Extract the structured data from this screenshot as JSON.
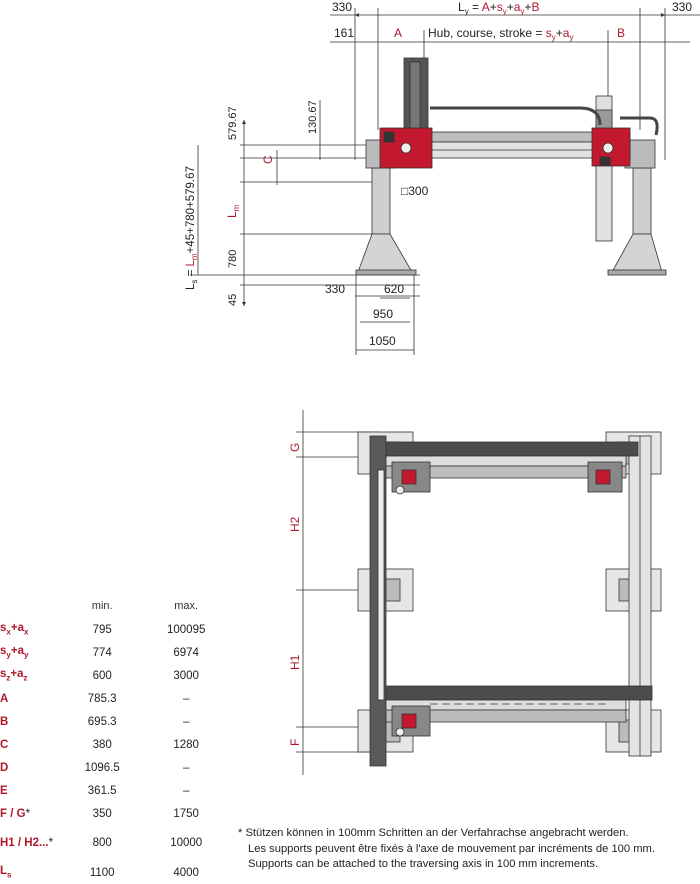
{
  "side_view": {
    "top_dim_left": "330",
    "top_dim_right": "330",
    "ly_formula": {
      "prefix": "L",
      "sub": "y",
      "eq": " = ",
      "a": "A",
      "plus1": "+",
      "sy_s": "s",
      "sy_sub": "y",
      "plus2": "+",
      "ay_s": "a",
      "ay_sub": "y",
      "plus3": "+",
      "b": "B"
    },
    "row2_left": "161",
    "row2_a": "A",
    "stroke_label": "Hub, course, stroke = ",
    "stroke_formula": {
      "s": "s",
      "s_sub": "y",
      "plus": "+",
      "a": "a",
      "a_sub": "y"
    },
    "row2_b": "B",
    "dim_579": "579.67",
    "dim_130": "130.67",
    "dim_C": "C",
    "dim_Lm": {
      "s": "L",
      "sub": "m"
    },
    "dim_780": "780",
    "dim_45": "45",
    "ls_formula": {
      "s": "L",
      "sub": "s",
      "eq": " = ",
      "lm_s": "L",
      "lm_sub": "m",
      "rest": "+45+780+579.67"
    },
    "square_300": "□300",
    "base_330": "330",
    "base_620": "620",
    "base_950": "950",
    "base_1050": "1050"
  },
  "top_view": {
    "label_G": "G",
    "label_H2": "H2",
    "label_H1": "H1",
    "label_F": "F"
  },
  "table": {
    "headers": [
      "min.",
      "max."
    ],
    "rows": [
      {
        "sym": "s",
        "sub": "x",
        "sym2": "+a",
        "sub2": "x",
        "star": "",
        "min": "795",
        "max": "100095"
      },
      {
        "sym": "s",
        "sub": "y",
        "sym2": "+a",
        "sub2": "y",
        "star": "",
        "min": "774",
        "max": "6974"
      },
      {
        "sym": "s",
        "sub": "z",
        "sym2": "+a",
        "sub2": "z",
        "star": "",
        "min": "600",
        "max": "3000"
      },
      {
        "sym": "A",
        "sub": "",
        "sym2": "",
        "sub2": "",
        "star": "",
        "min": "785.3",
        "max": "–"
      },
      {
        "sym": "B",
        "sub": "",
        "sym2": "",
        "sub2": "",
        "star": "",
        "min": "695.3",
        "max": "–"
      },
      {
        "sym": "C",
        "sub": "",
        "sym2": "",
        "sub2": "",
        "star": "",
        "min": "380",
        "max": "1280"
      },
      {
        "sym": "D",
        "sub": "",
        "sym2": "",
        "sub2": "",
        "star": "",
        "min": "1096.5",
        "max": "–"
      },
      {
        "sym": "E",
        "sub": "",
        "sym2": "",
        "sub2": "",
        "star": "",
        "min": "361.5",
        "max": "–"
      },
      {
        "sym": "F / G",
        "sub": "",
        "sym2": "",
        "sub2": "",
        "star": "*",
        "min": "350",
        "max": "1750"
      },
      {
        "sym": "H1 / H2...",
        "sub": "",
        "sym2": "",
        "sub2": "",
        "star": "*",
        "min": "800",
        "max": "10000"
      },
      {
        "sym": "L",
        "sub": "s",
        "sym2": "",
        "sub2": "",
        "star": "",
        "min": "1100",
        "max": "4000"
      }
    ]
  },
  "footnote": {
    "line1": "* Stützen können in 100mm Schritten an der Verfahrachse angebracht werden.",
    "line2": "Les supports peuvent être fixés à l'axe de mouvement par incréments de 100 mm.",
    "line3": "Supports can be attached to the traversing axis in 100 mm increments."
  },
  "colors": {
    "accent": "#b0182b",
    "line": "#333333",
    "steel": "#c9c9c9",
    "dark": "#4a4a4a"
  }
}
